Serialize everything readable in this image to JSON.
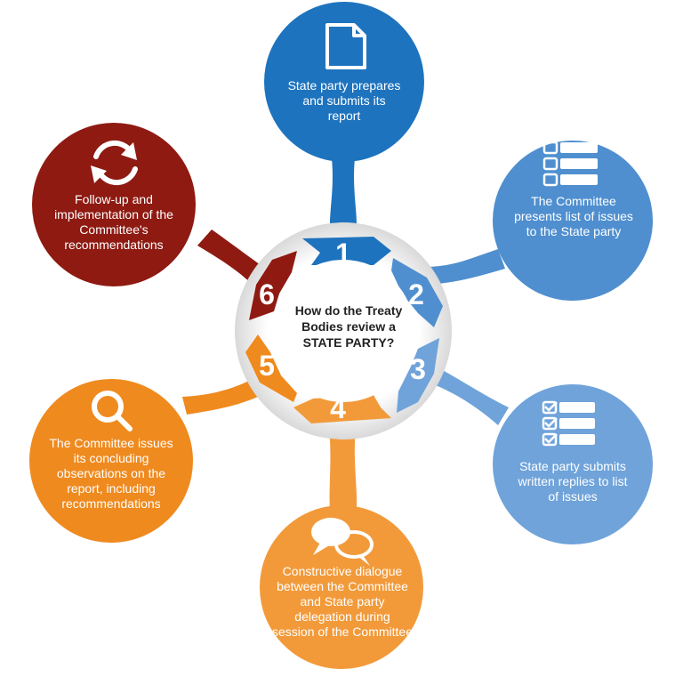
{
  "center_question": "How do the Treaty Bodies review a STATE PARTY?",
  "steps": [
    {
      "number": "1",
      "text": "State party prepares and submits its report",
      "color": "#1e73be",
      "icon": "document-icon"
    },
    {
      "number": "2",
      "text": "The Committee presents list of issues to the State party",
      "color": "#4f8fcf",
      "icon": "list-icon"
    },
    {
      "number": "3",
      "text": "State party submits written replies to list of issues",
      "color": "#6fa3da",
      "icon": "checklist-icon"
    },
    {
      "number": "4",
      "text": "Constructive dialogue between the Committee and State party delegation during session of the Committee",
      "color": "#f29a3a",
      "icon": "chat-bubbles-icon"
    },
    {
      "number": "5",
      "text": "The Committee issues its concluding observations on the report, including recommendations",
      "color": "#ef8a1f",
      "icon": "magnifier-icon"
    },
    {
      "number": "6",
      "text": "Follow-up and implementation of the Committee's recommendations",
      "color": "#8e1a12",
      "icon": "refresh-icon"
    }
  ]
}
